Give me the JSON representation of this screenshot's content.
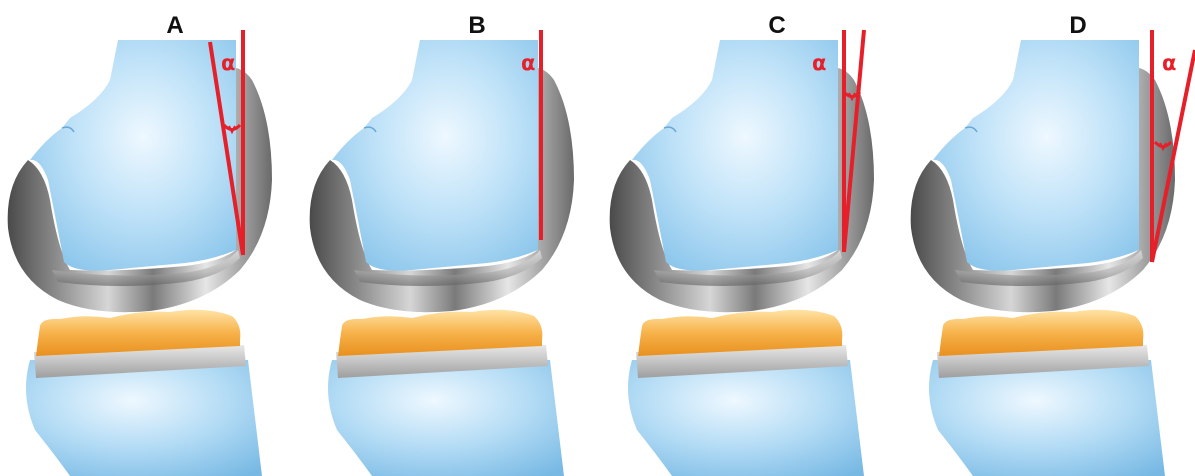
{
  "panels": [
    {
      "letter": "A",
      "angle_label": "α"
    },
    {
      "letter": "B",
      "angle_label": "α"
    },
    {
      "letter": "C",
      "angle_label": "α"
    },
    {
      "letter": "D",
      "angle_label": "α"
    }
  ],
  "colors": {
    "bone_light": "#dff1fc",
    "bone": "#a9d7f3",
    "bone_dark": "#7fbfe8",
    "metal_light": "#f2f2f2",
    "metal_mid": "#9a9a9a",
    "metal_dark": "#555555",
    "insert_light": "#ffd890",
    "insert": "#f4a53a",
    "tray": "#c8c8c8",
    "angle_lines": "#e5202a",
    "text": "#111111"
  }
}
